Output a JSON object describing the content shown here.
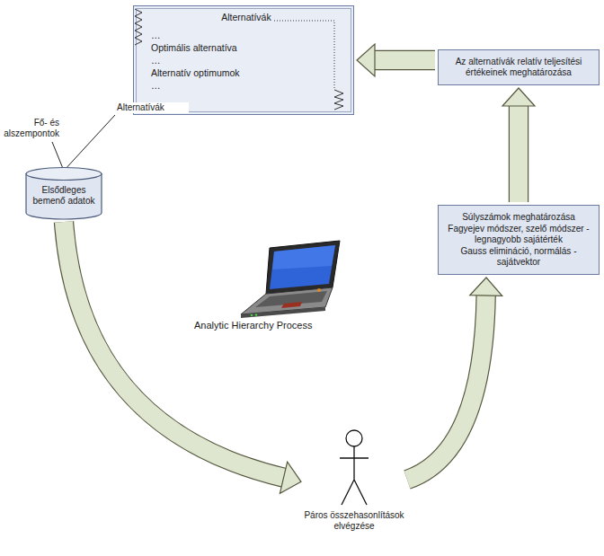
{
  "diagram": {
    "nodes": [
      {
        "text": [
          "Alternatívák",
          "…",
          "Optimális alternatíva",
          "…",
          "Alternatív optimumok",
          "…"
        ]
      },
      {
        "text": [
          "Az alternatívák relatív teljesítési értékeinek meghatározása"
        ]
      },
      {
        "text": [
          "Súlyszámok meghatározása",
          "Fagyejev módszer, szelő módszer - legnagyobb sajátérték",
          "Gauss elimináció, normálás - sajátvektor"
        ]
      },
      {
        "text": [
          "Elsődleges bemenő adatok"
        ]
      },
      {
        "text": [
          "Páros összehasonlítások elvégzése"
        ]
      }
    ],
    "edges": [
      {
        "from": 3,
        "to": 4,
        "arrow": "to"
      },
      {
        "from": 4,
        "to": 2,
        "arrow": "to"
      },
      {
        "from": 2,
        "to": 1,
        "arrow": "to"
      },
      {
        "from": 1,
        "to": 0,
        "arrow": "to"
      }
    ],
    "labels": [
      "Fő- és alszempontok",
      "Alternatívák",
      "Analytic Hierarchy Process"
    ]
  }
}
